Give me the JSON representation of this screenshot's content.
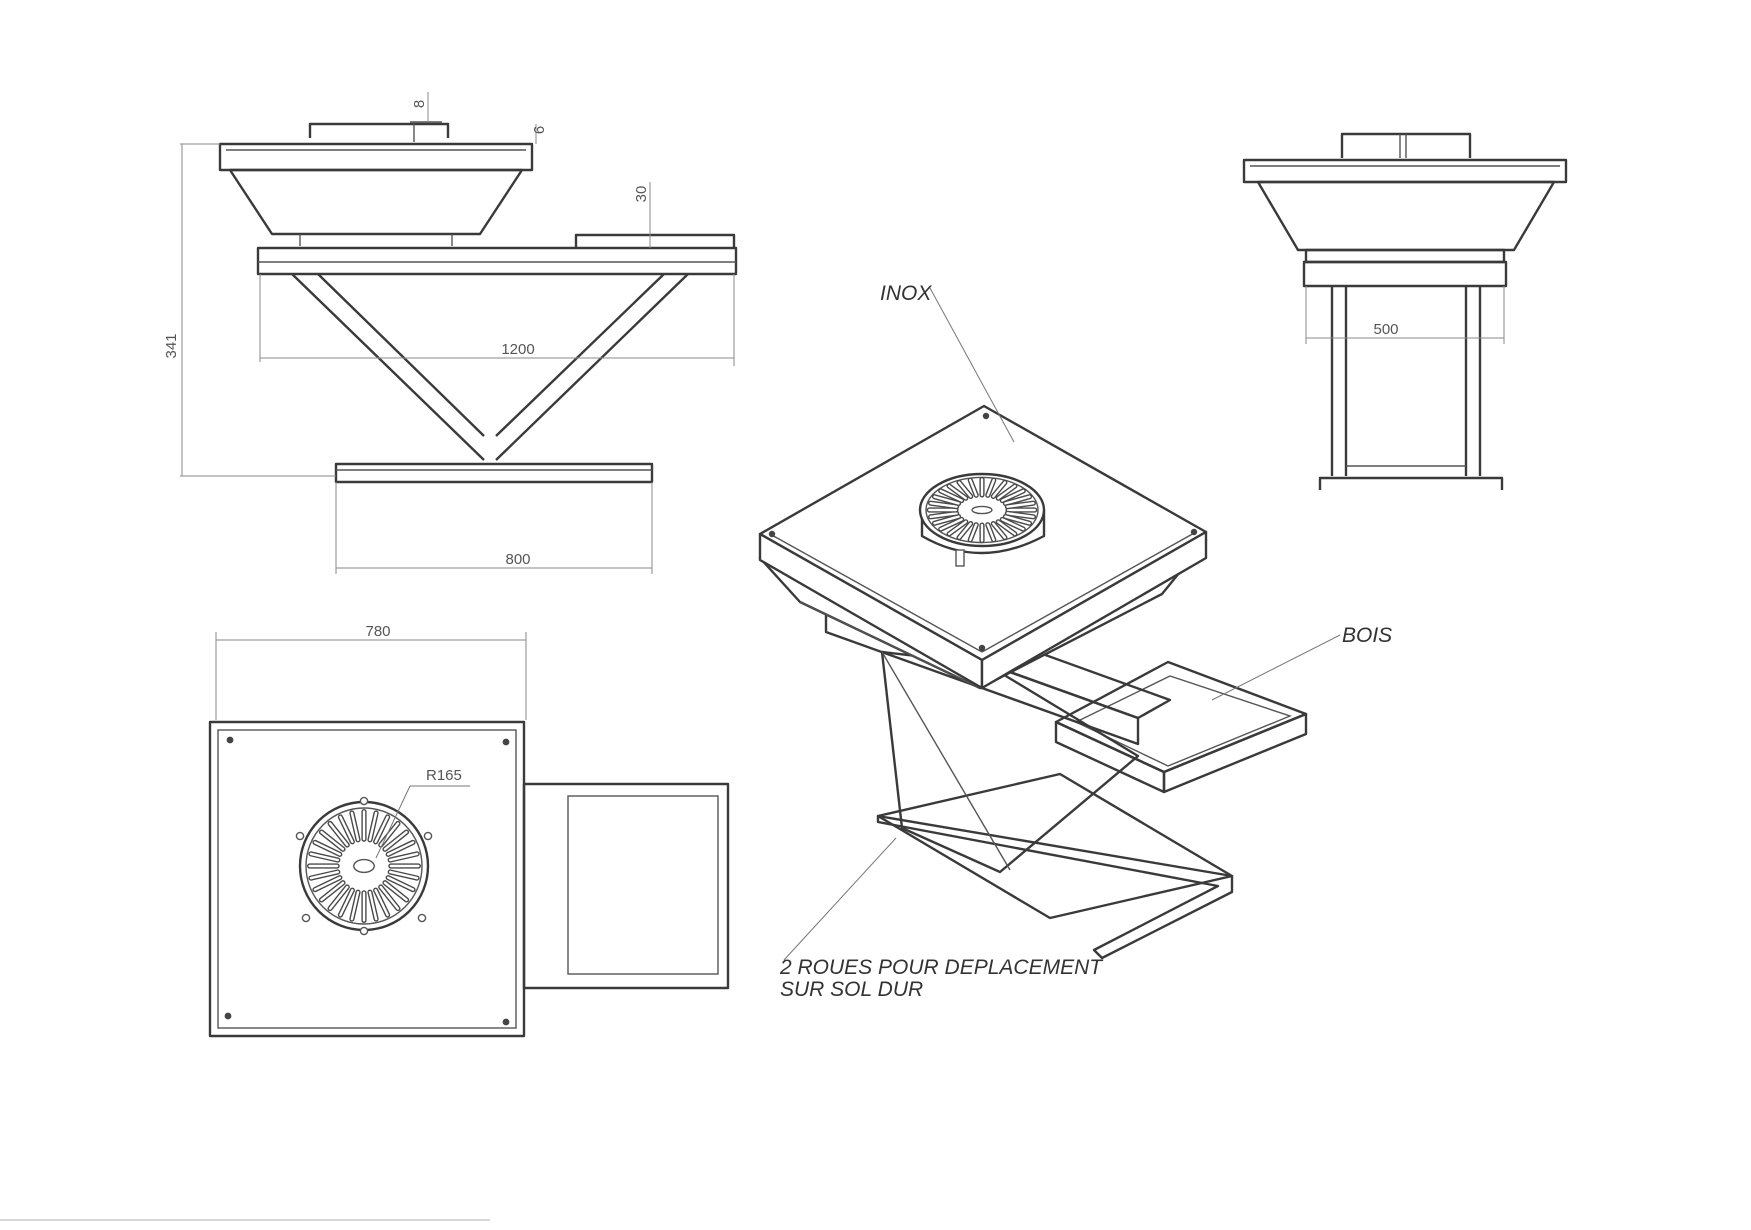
{
  "dimensions": {
    "height_total": "341",
    "lid_handle_height": "8",
    "lid_thickness": "6",
    "wood_shelf_height": "30",
    "top_length": "1200",
    "base_length": "800",
    "side_width": "500",
    "plan_width": "780",
    "grate_radius": "R165"
  },
  "labels": {
    "inox": "INOX",
    "bois": "BOIS",
    "roues_line1": "2 ROUES POUR DEPLACEMENT",
    "roues_line2": "SUR SOL DUR"
  }
}
